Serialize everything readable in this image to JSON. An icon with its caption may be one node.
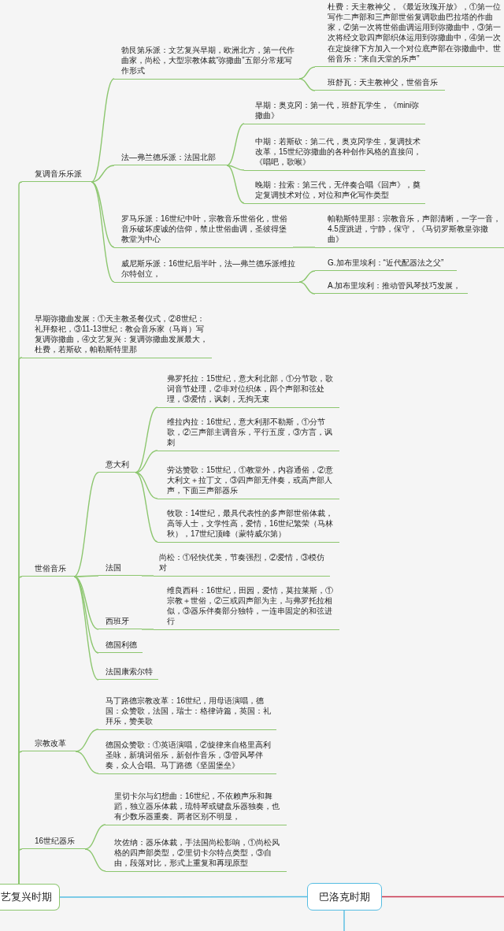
{
  "diagram": {
    "nodes": [
      {
        "text": [
          "艺复兴时期"
        ]
      },
      {
        "text": [
          "复调音乐乐派"
        ]
      },
      {
        "text": [
          "勃艮第乐派：文艺复兴早期，欧洲北方，第一代作曲家，尚松，大型宗教体裁“弥撒曲”五部分常规写作形式"
        ]
      },
      {
        "text": [
          "杜费：天主教神父，《最近玫瑰开放》，①第一位写作二声部和三声部世俗复调歌曲巴拉塔的作曲家，②第一次将世俗曲调运用到弥撒曲中，③第一次将经文歌四声部织体运用到弥撒曲中，④第一次在定旋律下方加入一个对位底声部在弥撒曲中。世俗音乐：“来自天堂的乐声”"
        ]
      },
      {
        "text": [
          "班舒瓦：天主教神父，世俗音乐"
        ]
      },
      {
        "text": [
          "法—弗兰德乐派：法国北部"
        ]
      },
      {
        "text": [
          "早期：奥克冈：第一代，班舒瓦学生，《mini弥撒曲》"
        ]
      },
      {
        "text": [
          "中期：若斯砍：第二代，奥克冈学生，复调技术改革，15世纪弥撒曲的各种创作风格的直接问，《唱吧，歌喉》"
        ]
      },
      {
        "text": [
          "晚期：拉索：第三代，无伴奏合唱《回声》，奠定复调技术对位，对位和声化写作类型"
        ]
      },
      {
        "text": [
          "罗马乐派：16世纪中叶，宗教音乐世俗化，世俗音乐破坏虔诚的信仰，禁止世俗曲调，圣彼得堡教堂为中心"
        ]
      },
      {
        "text": [
          "帕勒斯特里那：宗教音乐，声部清晰，一字一音，4.5度跳进，宁静，保守，《马切罗斯教皇弥撒曲》"
        ]
      },
      {
        "text": [
          "威尼斯乐派：16世纪后半叶，法—弗兰德乐派维拉尔特创立，"
        ]
      },
      {
        "text": [
          "G.加布里埃利：“近代配器法之父”"
        ]
      },
      {
        "text": [
          "A.加布里埃利：推动管风琴技巧发展，"
        ]
      },
      {
        "text": [
          "早期弥撒曲发展：①天主教圣餐仪式，②8世纪：礼拜祭祀，③11-13世纪：教会音乐家（马肖）写复调弥撒曲，④文艺复兴：复调弥撒曲发展最大，杜费，若斯砍，帕勒斯特里那"
        ]
      },
      {
        "text": [
          "世俗音乐"
        ]
      },
      {
        "text": [
          "意大利"
        ]
      },
      {
        "text": [
          "弗罗托拉：15世纪，意大利北部，①分节歌，歌词音节处理，②非对位织体，四个声部和弦处理，③爱情，讽刺，无拘无束"
        ]
      },
      {
        "text": [
          "维拉内拉：16世纪，意大利那不勒斯，①分节歌，②三声部主调音乐，平行五度，③方言，讽刺"
        ]
      },
      {
        "text": [
          "劳达赞歌：15世纪，①教堂外，内容通俗，②意大利文＋拉丁文，③四声部无伴奏，或高声部人声，下面三声部器乐"
        ]
      },
      {
        "text": [
          "牧歌：14世纪，最具代表性的多声部世俗体裁，高等人士，文学性高，爱情，16世纪繁荣（马林秋），17世纪顶峰（蒙特威尔第）"
        ]
      },
      {
        "text": [
          "法国"
        ]
      },
      {
        "text": [
          "尚松：①轻快优美，节奏强烈，②爱情，③模仿对"
        ]
      },
      {
        "text": [
          "西班牙"
        ]
      },
      {
        "text": [
          "维良西科：16世纪，田园，爱情，莫拉莱斯，①宗教＋世俗，②三或四声部为主，与弗罗托拉相似，③器乐伴奏部分独特，一连串固定的和弦进行"
        ]
      },
      {
        "text": [
          "德国利德"
        ]
      },
      {
        "text": [
          "法国康索尔特"
        ]
      },
      {
        "text": [
          "宗教改革"
        ]
      },
      {
        "text": [
          "马丁路德宗教改革：16世纪，用母语演唱，德国：众赞歌，法国，瑞士：格律诗篇，英国：礼拜乐，赞美歌"
        ]
      },
      {
        "text": [
          "德国众赞歌：①英语演唱，②旋律来自格里高利圣咏，新填词俗乐，新创作音乐，③管风琴伴奏，众人合唱。马丁路德《坚固堡垒》"
        ]
      },
      {
        "text": [
          "16世纪器乐"
        ]
      },
      {
        "text": [
          "里切卡尔与幻想曲：16世纪，不依赖声乐和舞蹈，独立器乐体裁，琉特琴或键盘乐器独奏，也有少数乐器重奏。两者区别不明显，"
        ]
      },
      {
        "text": [
          "坎佐纳：器乐体裁，手法国尚松影响，①尚松风格的四声部类型，②里切卡尔特点类型，③自由，段落对比，形式上重复和再现原型"
        ]
      },
      {
        "text": [
          "巴洛克时期"
        ]
      }
    ],
    "edges": [
      {
        "from": 0,
        "to": 1,
        "arrow": "none"
      },
      {
        "from": 1,
        "to": 2,
        "arrow": "none"
      },
      {
        "from": 2,
        "to": 3,
        "arrow": "none"
      },
      {
        "from": 2,
        "to": 4,
        "arrow": "none"
      },
      {
        "from": 1,
        "to": 5,
        "arrow": "none"
      },
      {
        "from": 5,
        "to": 6,
        "arrow": "none"
      },
      {
        "from": 5,
        "to": 7,
        "arrow": "none"
      },
      {
        "from": 5,
        "to": 8,
        "arrow": "none"
      },
      {
        "from": 1,
        "to": 9,
        "arrow": "none"
      },
      {
        "from": 9,
        "to": 10,
        "arrow": "none"
      },
      {
        "from": 1,
        "to": 11,
        "arrow": "none"
      },
      {
        "from": 11,
        "to": 12,
        "arrow": "none"
      },
      {
        "from": 11,
        "to": 13,
        "arrow": "none"
      },
      {
        "from": 0,
        "to": 14,
        "arrow": "none"
      },
      {
        "from": 0,
        "to": 15,
        "arrow": "none"
      },
      {
        "from": 15,
        "to": 16,
        "arrow": "none"
      },
      {
        "from": 16,
        "to": 17,
        "arrow": "none"
      },
      {
        "from": 16,
        "to": 18,
        "arrow": "none"
      },
      {
        "from": 16,
        "to": 19,
        "arrow": "none"
      },
      {
        "from": 16,
        "to": 20,
        "arrow": "none"
      },
      {
        "from": 15,
        "to": 21,
        "arrow": "none"
      },
      {
        "from": 21,
        "to": 22,
        "arrow": "none"
      },
      {
        "from": 15,
        "to": 23,
        "arrow": "none"
      },
      {
        "from": 23,
        "to": 24,
        "arrow": "none"
      },
      {
        "from": 15,
        "to": 25,
        "arrow": "none"
      },
      {
        "from": 15,
        "to": 26,
        "arrow": "none"
      },
      {
        "from": 0,
        "to": 27,
        "arrow": "none"
      },
      {
        "from": 27,
        "to": 28,
        "arrow": "none"
      },
      {
        "from": 27,
        "to": 29,
        "arrow": "none"
      },
      {
        "from": 0,
        "to": 30,
        "arrow": "none"
      },
      {
        "from": 30,
        "to": 31,
        "arrow": "none"
      },
      {
        "from": 30,
        "to": 32,
        "arrow": "none"
      },
      {
        "from": 0,
        "to": 33,
        "arrow": "none",
        "color": "#55bde2"
      },
      {
        "from": 33,
        "to": null,
        "arrow": "none",
        "color": "#c9374f"
      },
      {
        "from": 33,
        "to": null,
        "arrow": "none",
        "color": "#55bde2"
      }
    ]
  }
}
